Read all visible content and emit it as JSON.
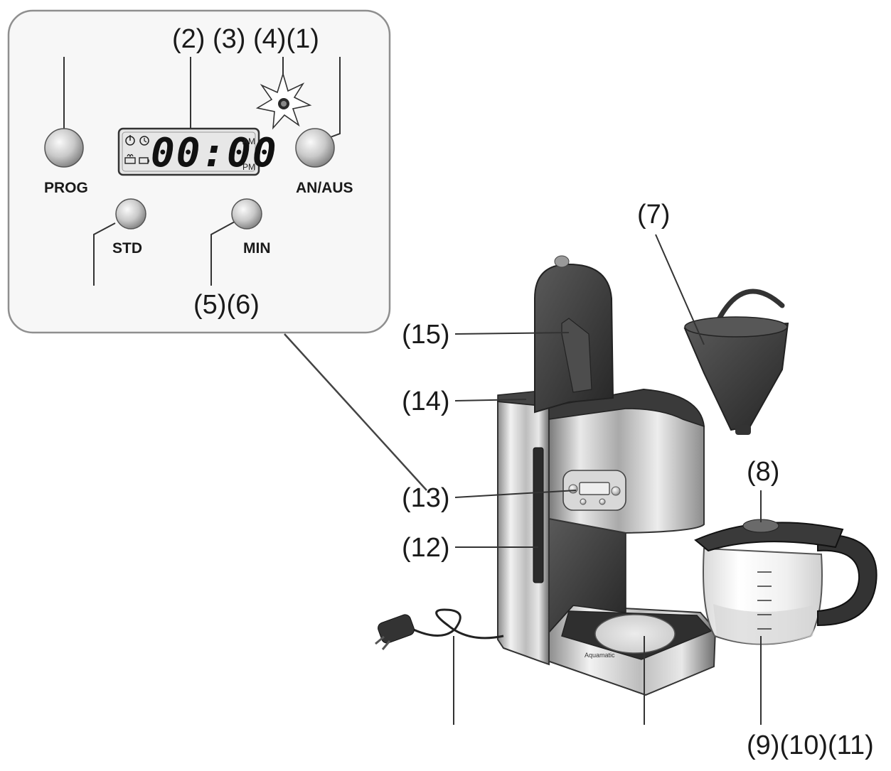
{
  "panel": {
    "callouts": {
      "top": "(2) (3) (4)(1)",
      "bottom": "(5)(6)"
    },
    "buttons": {
      "prog": "PROG",
      "onoff": "AN/AUS",
      "hours": "STD",
      "minutes": "MIN"
    },
    "display": {
      "time": "00:00",
      "am": "AM",
      "pm": "PM"
    }
  },
  "machine": {
    "callouts": {
      "c7": "(7)",
      "c8": "(8)",
      "c15": "(15)",
      "c14": "(14)",
      "c13": "(13)",
      "c12": "(12)",
      "c9_11": "(9)(10)(11)"
    }
  },
  "colors": {
    "ink": "#1a1a1a",
    "steel_light": "#e4e4e4",
    "steel_dark": "#777777",
    "plastic_dark": "#3c3c3c",
    "panel_bg": "#f7f7f7"
  },
  "icons": [
    "led-indicator-icon",
    "power-icon",
    "clock-icon",
    "power-plug-icon"
  ]
}
